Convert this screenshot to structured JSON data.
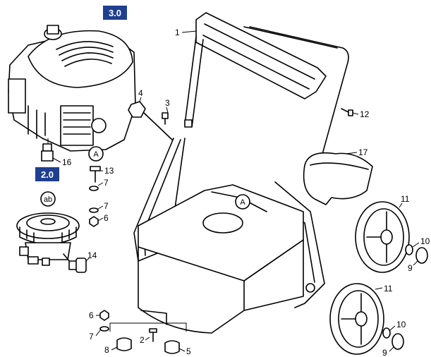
{
  "sections": {
    "engine": "3.0",
    "pump": "2.0"
  },
  "refs": {
    "pump_ref": "ab",
    "hardware_ref": "A",
    "frame_ref": "A"
  },
  "callouts": {
    "c1": "1",
    "c2": "2",
    "c3": "3",
    "c4": "4",
    "c5": "5",
    "c6a": "6",
    "c6b": "6",
    "c7a": "7",
    "c7b": "7",
    "c7c": "7",
    "c8": "8",
    "c9a": "9",
    "c9b": "9",
    "c10a": "10",
    "c10b": "10",
    "c11a": "11",
    "c11b": "11",
    "c12": "12",
    "c13": "13",
    "c14": "14",
    "c16": "16",
    "c17": "17"
  }
}
